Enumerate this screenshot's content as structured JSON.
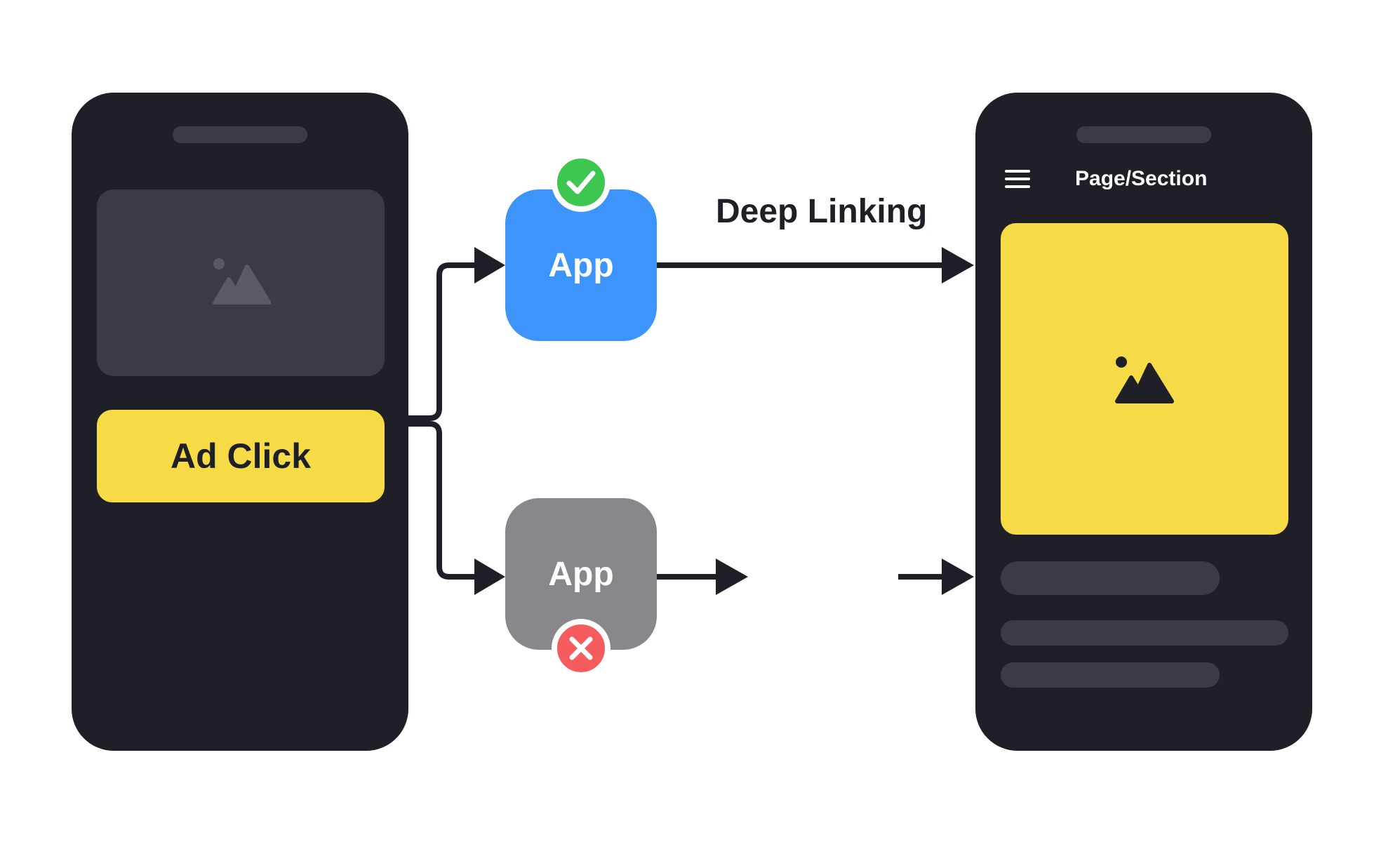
{
  "left_phone": {
    "ad_button_label": "Ad Click",
    "image_icon": "image-icon"
  },
  "apps": {
    "installed": {
      "label": "App",
      "status_icon": "check-icon",
      "color": "#3d94fa",
      "badge_color": "#3ec750"
    },
    "not_installed": {
      "label": "App",
      "status_icon": "close-icon",
      "color": "#87878c",
      "badge_color": "#f65b5d"
    }
  },
  "flow": {
    "deep_linking_label": "Deep Linking"
  },
  "right_phone": {
    "title": "Page/Section",
    "menu_icon": "menu-icon",
    "hero_color": "#f7db46",
    "image_icon": "image-icon"
  },
  "colors": {
    "phone_bg": "#1f2027",
    "placeholder": "#3a3b44",
    "accent_yellow": "#f7db46",
    "line": "#1f2027"
  }
}
